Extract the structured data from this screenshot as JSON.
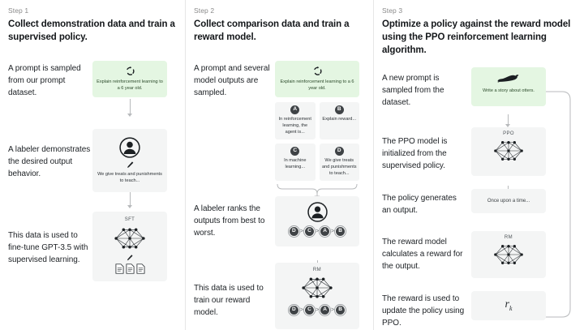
{
  "figure": {
    "title": "RLHF three-step training diagram",
    "background_color": "#ffffff",
    "prompt_box_color": "#e4f6e2",
    "panel_color": "#f4f5f5",
    "divider_color": "#e6e6e6"
  },
  "steps": [
    {
      "label": "Step 1",
      "title": "Collect demonstration data and train a supervised policy.",
      "rows": [
        {
          "caption": "A prompt is sampled from our prompt dataset.",
          "panel": {
            "kind": "prompt",
            "icon": "recycle-icon",
            "text": "Explain reinforcement learning to a 6 year old."
          }
        },
        {
          "caption": "A labeler demonstrates the desired output behavior.",
          "panel": {
            "kind": "labeler",
            "icon": "person-icon",
            "pencil": "pencil-icon",
            "text": "We give treats and punishments to teach..."
          }
        },
        {
          "caption": "This data is used to fine-tune GPT-3.5 with supervised learning.",
          "panel": {
            "kind": "model",
            "model_name": "SFT",
            "icon": "neural-net-icon",
            "pencil": "pencil-icon",
            "docs": "documents-icon"
          }
        }
      ]
    },
    {
      "label": "Step 2",
      "title": "Collect comparison data and train a reward model.",
      "rows": [
        {
          "caption": "A prompt and several model outputs are sampled.",
          "panel": {
            "kind": "prompt-and-outputs",
            "icon": "recycle-icon",
            "text": "Explain reinforcement learning to a 6 year old.",
            "outputs": [
              {
                "tag": "A",
                "text": "In reinforcement learning, the agent is..."
              },
              {
                "tag": "B",
                "text": "Explain reward..."
              },
              {
                "tag": "C",
                "text": "In machine learning..."
              },
              {
                "tag": "D",
                "text": "We give treats and punishments to teach..."
              }
            ]
          }
        },
        {
          "caption": "A labeler ranks the outputs from best to worst.",
          "panel": {
            "kind": "ranking",
            "icon": "person-icon",
            "ranking": [
              "D",
              "C",
              "A",
              "B"
            ]
          }
        },
        {
          "caption": "This data is used to train our reward model.",
          "panel": {
            "kind": "model-ranking",
            "model_name": "RM",
            "icon": "neural-net-icon",
            "ranking": [
              "D",
              "C",
              "A",
              "B"
            ]
          }
        }
      ]
    },
    {
      "label": "Step 3",
      "title": "Optimize a policy against the reward model using the PPO reinforcement learning algorithm.",
      "rows": [
        {
          "caption": "A new prompt is sampled from the dataset.",
          "panel": {
            "kind": "prompt",
            "icon": "otter-icon",
            "text": "Write a story about otters."
          }
        },
        {
          "caption": "The PPO model is initialized from the supervised policy.",
          "panel": {
            "kind": "model",
            "model_name": "PPO",
            "icon": "neural-net-icon"
          }
        },
        {
          "caption": "The policy generates an output.",
          "panel": {
            "kind": "output",
            "text": "Once upon a time..."
          }
        },
        {
          "caption": "The reward model calculates a reward for the output.",
          "panel": {
            "kind": "model",
            "model_name": "RM",
            "icon": "neural-net-icon"
          }
        },
        {
          "caption": "The reward is used to update the policy using PPO.",
          "panel": {
            "kind": "reward",
            "symbol": "r",
            "subscript": "k"
          }
        }
      ]
    }
  ]
}
